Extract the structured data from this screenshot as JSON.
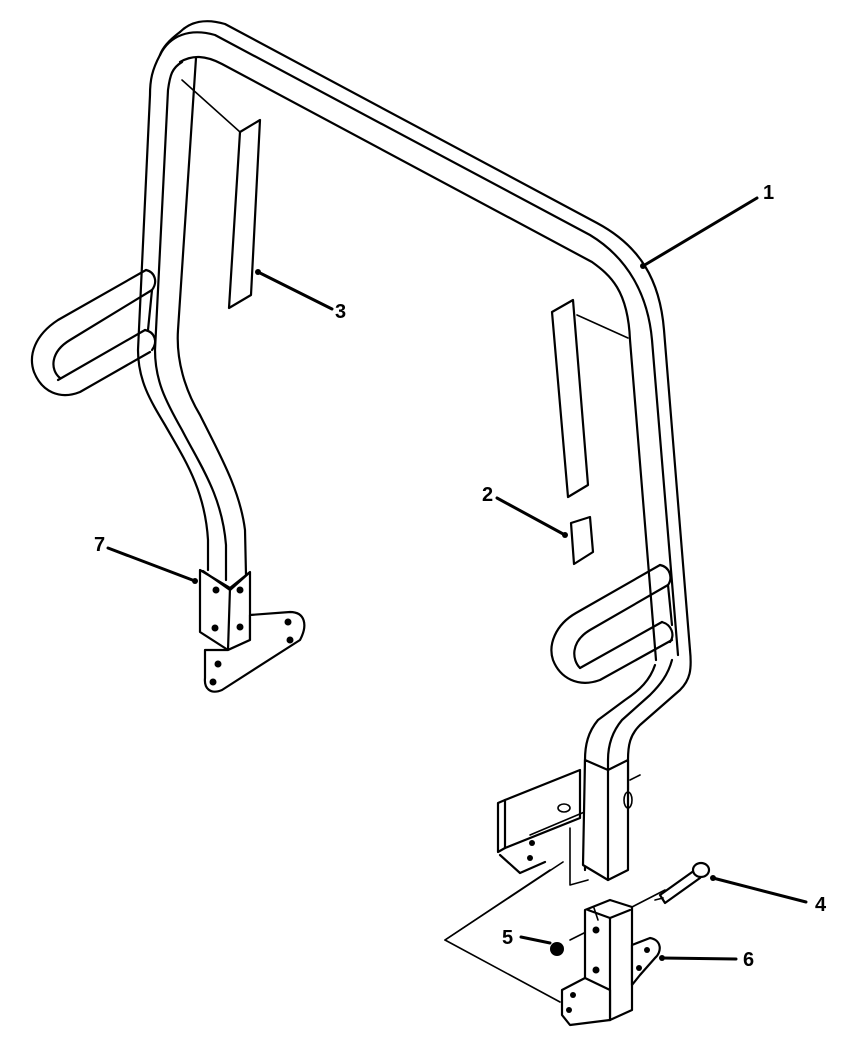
{
  "diagram": {
    "type": "exploded parts illustration",
    "subject": "tubular roll bar frame with mounting brackets",
    "line_color": "#000000",
    "background": "#ffffff"
  },
  "callouts": [
    {
      "id": "1",
      "label": "1",
      "target": "roll-bar-frame"
    },
    {
      "id": "2",
      "label": "2",
      "target": "small-decal"
    },
    {
      "id": "3",
      "label": "3",
      "target": "left-upright-decal"
    },
    {
      "id": "4",
      "label": "4",
      "target": "bolt"
    },
    {
      "id": "5",
      "label": "5",
      "target": "nut"
    },
    {
      "id": "6",
      "label": "6",
      "target": "right-mount-bracket"
    },
    {
      "id": "7",
      "label": "7",
      "target": "left-mount-bracket"
    }
  ]
}
